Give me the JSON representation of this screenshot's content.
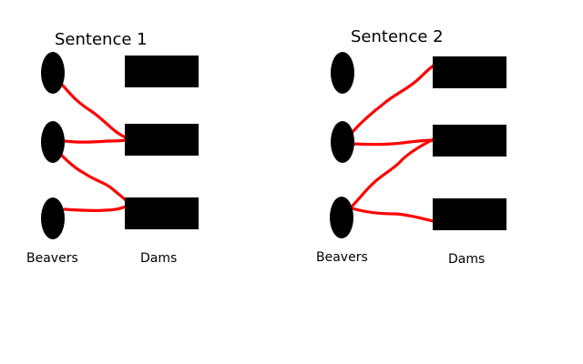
{
  "colors": {
    "background": "#ffffff",
    "beaver": "#000000",
    "dam": "#000000",
    "link": "#ff0000",
    "text": "#000000"
  },
  "panels": [
    {
      "title": "Sentence 1",
      "beavers_label": "Beavers",
      "dams_label": "Dams",
      "beaver_count": 3,
      "dam_count": 3,
      "links": [
        {
          "beaver": 1,
          "dam": 2
        },
        {
          "beaver": 2,
          "dam": 2
        },
        {
          "beaver": 2,
          "dam": 3
        },
        {
          "beaver": 3,
          "dam": 3
        }
      ]
    },
    {
      "title": "Sentence 2",
      "beavers_label": "Beavers",
      "dams_label": "Dams",
      "beaver_count": 3,
      "dam_count": 3,
      "links": [
        {
          "beaver": 2,
          "dam": 1
        },
        {
          "beaver": 2,
          "dam": 2
        },
        {
          "beaver": 3,
          "dam": 2
        },
        {
          "beaver": 3,
          "dam": 3
        }
      ]
    }
  ]
}
